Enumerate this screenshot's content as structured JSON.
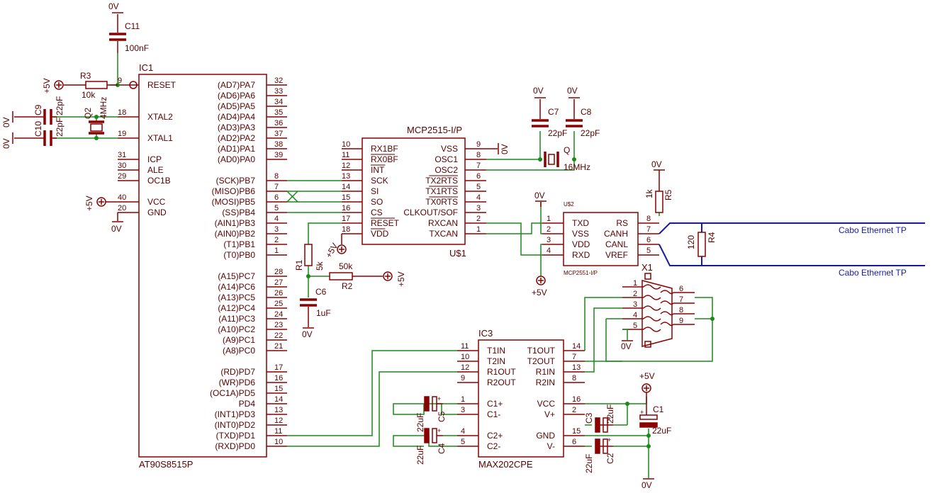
{
  "ic1": {
    "name": "IC1",
    "part": "AT90S8515P",
    "left_pins": [
      {
        "num": "9",
        "label": "RESET"
      },
      {
        "num": "18",
        "label": "XTAL2"
      },
      {
        "num": "19",
        "label": "XTAL1"
      },
      {
        "num": "31",
        "label": "ICP"
      },
      {
        "num": "30",
        "label": "ALE"
      },
      {
        "num": "29",
        "label": "OC1B"
      },
      {
        "num": "40",
        "label": "VCC"
      },
      {
        "num": "20",
        "label": "GND"
      }
    ],
    "right_pins": [
      {
        "num": "32",
        "label": "(AD7)PA7"
      },
      {
        "num": "33",
        "label": "(AD6)PA6"
      },
      {
        "num": "34",
        "label": "(AD5)PA5"
      },
      {
        "num": "35",
        "label": "(AD4)PA4"
      },
      {
        "num": "36",
        "label": "(AD3)PA3"
      },
      {
        "num": "37",
        "label": "(AD2)PA2"
      },
      {
        "num": "38",
        "label": "(AD1)PA1"
      },
      {
        "num": "39",
        "label": "(AD0)PA0"
      },
      {
        "num": "8",
        "label": "(SCK)PB7"
      },
      {
        "num": "7",
        "label": "(MISO)PB6"
      },
      {
        "num": "6",
        "label": "(MOSI)PB5"
      },
      {
        "num": "5",
        "label": "(SS)PB4"
      },
      {
        "num": "4",
        "label": "(AIN1)PB3"
      },
      {
        "num": "3",
        "label": "(AIN0)PB2"
      },
      {
        "num": "2",
        "label": "(T1)PB1"
      },
      {
        "num": "1",
        "label": "(T0)PB0"
      },
      {
        "num": "28",
        "label": "(A15)PC7"
      },
      {
        "num": "27",
        "label": "(A14)PC6"
      },
      {
        "num": "26",
        "label": "(A13)PC5"
      },
      {
        "num": "25",
        "label": "(A12)PC4"
      },
      {
        "num": "24",
        "label": "(A11)PC3"
      },
      {
        "num": "23",
        "label": "(A10)PC2"
      },
      {
        "num": "22",
        "label": "(A9)PC1"
      },
      {
        "num": "21",
        "label": "(A8)PC0"
      },
      {
        "num": "17",
        "label": "(RD)PD7"
      },
      {
        "num": "16",
        "label": "(WR)PD6"
      },
      {
        "num": "15",
        "label": "(OC1A)PD5"
      },
      {
        "num": "14",
        "label": "PD4"
      },
      {
        "num": "13",
        "label": "(INT1)PD3"
      },
      {
        "num": "12",
        "label": "(INT0)PD2"
      },
      {
        "num": "11",
        "label": "(TXD)PD1"
      },
      {
        "num": "10",
        "label": "(RXD)PD0"
      }
    ]
  },
  "mcp2515": {
    "name": "MCP2515-I/P",
    "ref": "U$1",
    "left_pins": [
      {
        "num": "10",
        "label": "RX1BF"
      },
      {
        "num": "11",
        "label": "RX0BF"
      },
      {
        "num": "12",
        "label": "INT"
      },
      {
        "num": "13",
        "label": "SCK"
      },
      {
        "num": "14",
        "label": "SI"
      },
      {
        "num": "15",
        "label": "SO"
      },
      {
        "num": "16",
        "label": "CS"
      },
      {
        "num": "17",
        "label": "RESET"
      },
      {
        "num": "18",
        "label": "VDD"
      }
    ],
    "right_pins": [
      {
        "num": "9",
        "label": "VSS"
      },
      {
        "num": "8",
        "label": "OSC1"
      },
      {
        "num": "7",
        "label": "OSC2"
      },
      {
        "num": "6",
        "label": "TX2RTS"
      },
      {
        "num": "5",
        "label": "TX1RTS"
      },
      {
        "num": "4",
        "label": "TX0RTS"
      },
      {
        "num": "3",
        "label": "CLKOUT/SOF"
      },
      {
        "num": "2",
        "label": "RXCAN"
      },
      {
        "num": "1",
        "label": "TXCAN"
      }
    ]
  },
  "mcp2551": {
    "name": "U$2",
    "part": "MCP2551-I/P",
    "left_pins": [
      {
        "num": "1",
        "label": "TXD"
      },
      {
        "num": "2",
        "label": "VSS"
      },
      {
        "num": "3",
        "label": "VDD"
      },
      {
        "num": "4",
        "label": "RXD"
      }
    ],
    "right_pins": [
      {
        "num": "8",
        "label": "RS"
      },
      {
        "num": "7",
        "label": "CANH"
      },
      {
        "num": "6",
        "label": "CANL"
      },
      {
        "num": "5",
        "label": "VREF"
      }
    ]
  },
  "max202": {
    "name": "IC3",
    "part": "MAX202CPE",
    "left_pins": [
      {
        "num": "11",
        "label": "T1IN"
      },
      {
        "num": "10",
        "label": "T2IN"
      },
      {
        "num": "12",
        "label": "R1OUT"
      },
      {
        "num": "9",
        "label": "R2OUT"
      },
      {
        "num": "1",
        "label": "C1+"
      },
      {
        "num": "3",
        "label": "C1-"
      },
      {
        "num": "4",
        "label": "C2+"
      },
      {
        "num": "5",
        "label": "C2-"
      }
    ],
    "right_pins": [
      {
        "num": "14",
        "label": "T1OUT"
      },
      {
        "num": "7",
        "label": "T2OUT"
      },
      {
        "num": "13",
        "label": "R1IN"
      },
      {
        "num": "8",
        "label": "R2IN"
      },
      {
        "num": "16",
        "label": "VCC"
      },
      {
        "num": "2",
        "label": "V+"
      },
      {
        "num": "15",
        "label": "GND"
      },
      {
        "num": "6",
        "label": "V-"
      }
    ]
  },
  "connector": {
    "name": "X1",
    "left_pins": [
      "1",
      "2",
      "3",
      "4",
      "5"
    ],
    "right_pins": [
      "6",
      "7",
      "8",
      "9"
    ]
  },
  "labels": {
    "gnd": "0V",
    "vcc": "+5V",
    "cabo": "Cabo Ethernet TP"
  },
  "components": {
    "c11": {
      "name": "C11",
      "value": "100nF"
    },
    "r3": {
      "name": "R3",
      "value": "10k"
    },
    "c9": {
      "name": "C9",
      "value": "22pF"
    },
    "c10": {
      "name": "C10",
      "value": "22pF"
    },
    "q2": {
      "name": "Q2",
      "value": "4MHz"
    },
    "c7": {
      "name": "C7",
      "value": "22pF"
    },
    "c8": {
      "name": "C8",
      "value": "22pF"
    },
    "q": {
      "name": "Q",
      "value": "16MHz"
    },
    "r5": {
      "name": "R5",
      "value": "1k"
    },
    "r4": {
      "name": "R4",
      "value": "120"
    },
    "r1": {
      "name": "R1",
      "value": "5k"
    },
    "r2": {
      "name": "R2",
      "value": "50k"
    },
    "c6": {
      "name": "C6",
      "value": "1uF"
    },
    "c5": {
      "name": "C5",
      "value": "22uF"
    },
    "c4": {
      "name": "C4",
      "value": "22uF"
    },
    "c3": {
      "name": "C3",
      "value": "22uF"
    },
    "c2": {
      "name": "C2",
      "value": "22uF"
    },
    "c1": {
      "name": "C1",
      "value": "22uF"
    }
  }
}
